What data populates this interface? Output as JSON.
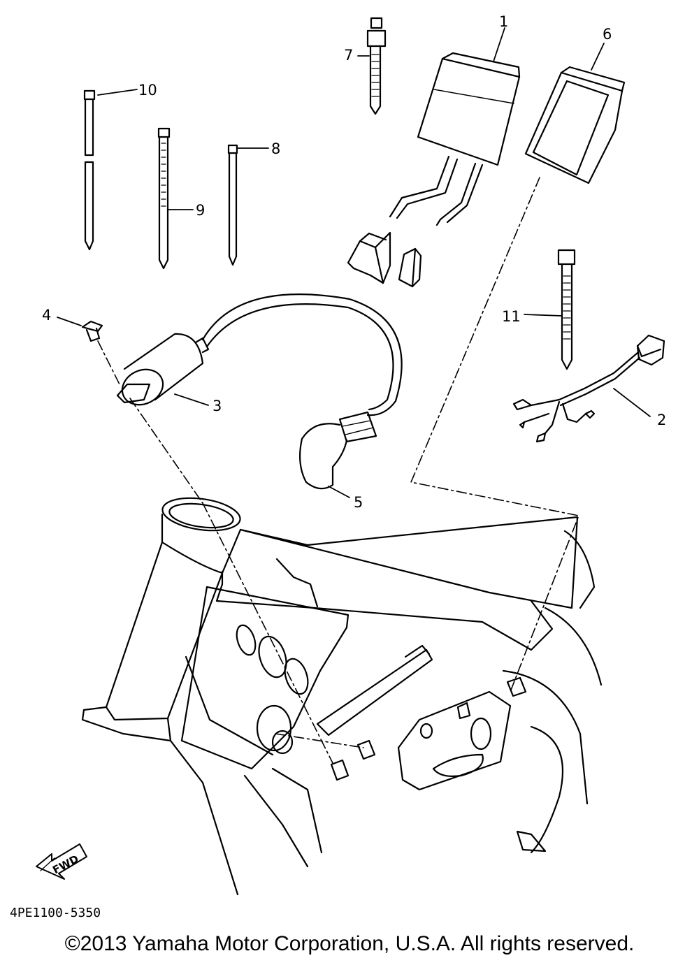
{
  "diagram": {
    "callouts": {
      "p1": "1",
      "p2": "2",
      "p3": "3",
      "p4": "4",
      "p5": "5",
      "p6": "6",
      "p7": "7",
      "p8": "8",
      "p9": "9",
      "p10": "10",
      "p11": "11"
    },
    "direction_label": "FWD",
    "drawing_code": "4PE1100-5350"
  },
  "footer": {
    "copyright": "©2013 Yamaha Motor Corporation, U.S.A. All rights reserved."
  },
  "colors": {
    "line": "#000000",
    "background": "#ffffff"
  }
}
